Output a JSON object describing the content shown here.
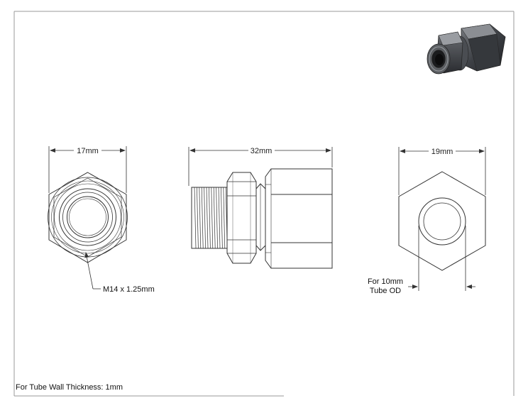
{
  "drawing": {
    "views": {
      "front": {
        "width_dim": "17mm",
        "thread_label": "M14 x 1.25mm"
      },
      "side": {
        "length_dim": "32mm"
      },
      "back": {
        "width_dim": "19mm",
        "tube_label_line1": "For 10mm",
        "tube_label_line2": "Tube OD"
      }
    },
    "note": "For Tube Wall Thickness: 1mm"
  }
}
